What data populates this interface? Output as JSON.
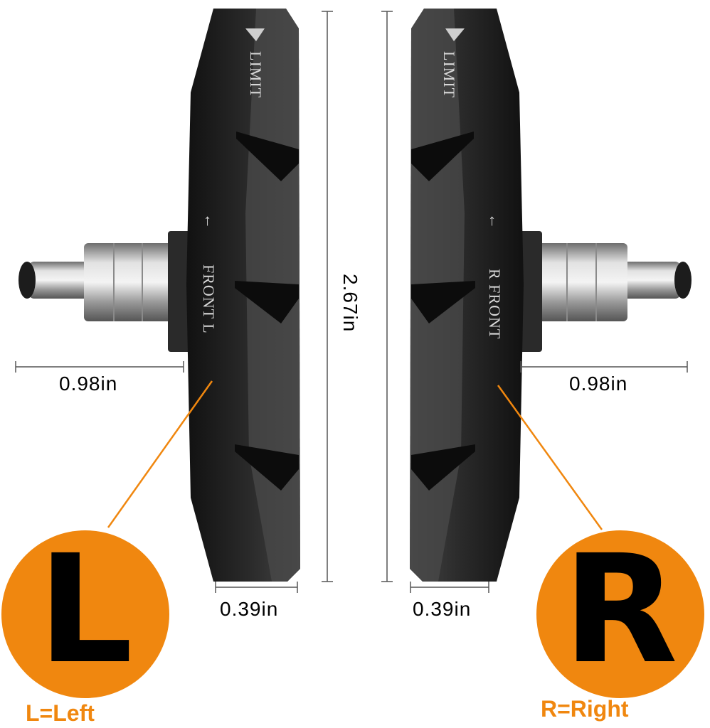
{
  "colors": {
    "accent": "#f0870f",
    "pad_dark": "#1a1a1a",
    "pad_mid": "#3a3a3a",
    "metal": "#b8b8b8"
  },
  "dimensions": {
    "height": "2.67in",
    "left_post": "0.98in",
    "right_post": "0.98in",
    "left_width": "0.39in",
    "right_width": "0.39in"
  },
  "left_pad": {
    "limit": "LIMIT",
    "arrow": "←",
    "front": "FRONT L"
  },
  "right_pad": {
    "limit": "LIMIT",
    "arrow": "←",
    "front": "R FRONT"
  },
  "badges": {
    "left_letter": "L",
    "left_caption": "L=Left",
    "right_letter": "R",
    "right_caption": "R=Right"
  }
}
